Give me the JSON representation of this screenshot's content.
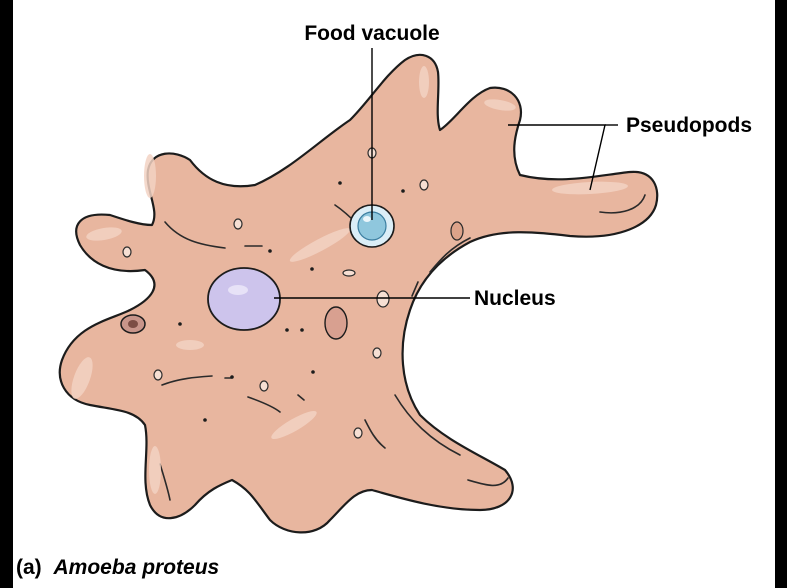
{
  "labels": {
    "food_vacuole": "Food vacuole",
    "pseudopods": "Pseudopods",
    "nucleus": "Nucleus"
  },
  "caption": {
    "prefix": "(a)",
    "species": "Amoeba proteus"
  },
  "colors": {
    "cytoplasm": "#e8b69f",
    "outline": "#1c1c1c",
    "nucleus": "#cdc4ec",
    "food_vacuole": "#8fc7dd",
    "leader_line": "#000000",
    "background_frame": "#000000"
  }
}
